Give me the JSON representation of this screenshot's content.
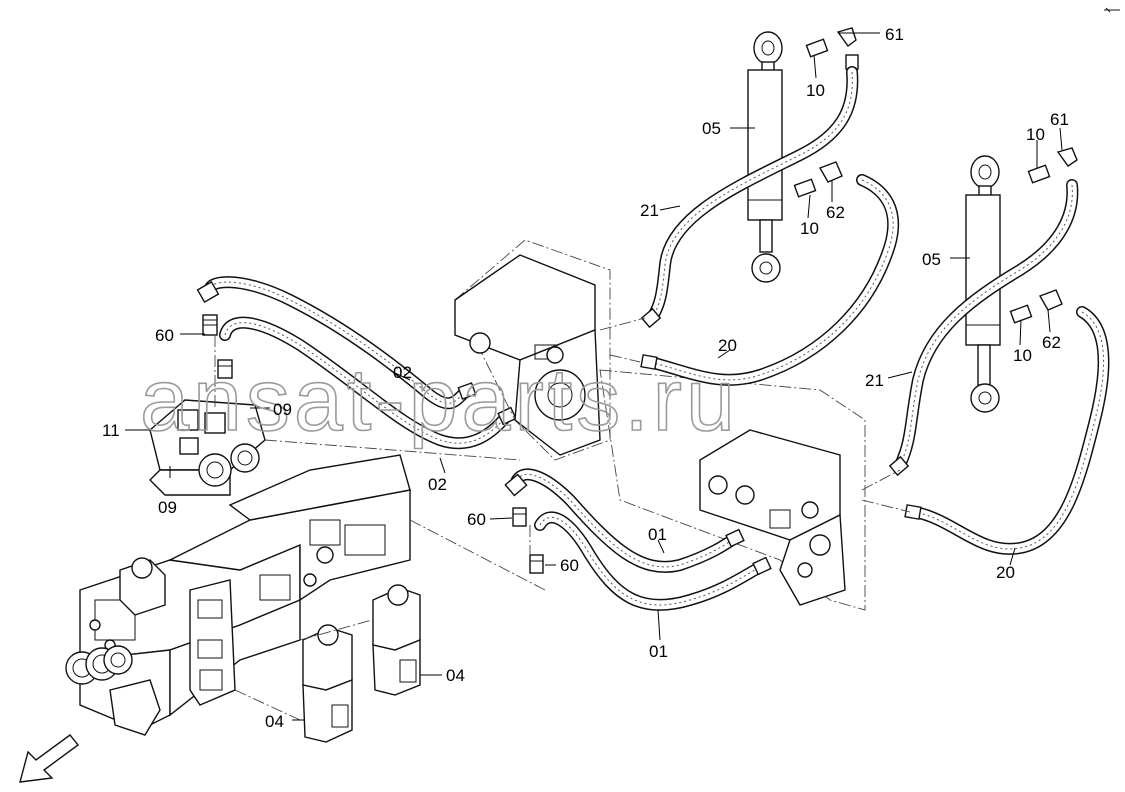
{
  "watermark": "ansat-parts.ru",
  "callouts": {
    "c01_upper": "01",
    "c01_lower": "01",
    "c02_upper": "02",
    "c02_lower": "02",
    "c04_right": "04",
    "c04_left": "04",
    "c05_top": "05",
    "c05_right": "05",
    "c09_upper": "09",
    "c09_lower": "09",
    "c10_a": "10",
    "c10_b": "10",
    "c10_c": "10",
    "c10_d": "10",
    "c11": "11",
    "c20_mid": "20",
    "c20_right": "20",
    "c21_left": "21",
    "c21_right": "21",
    "c60_top": "60",
    "c60_mid": "60",
    "c60_low": "60",
    "c61_a": "61",
    "c61_b": "61",
    "c62_a": "62",
    "c62_b": "62"
  },
  "direction_arrow": "front-arrow"
}
